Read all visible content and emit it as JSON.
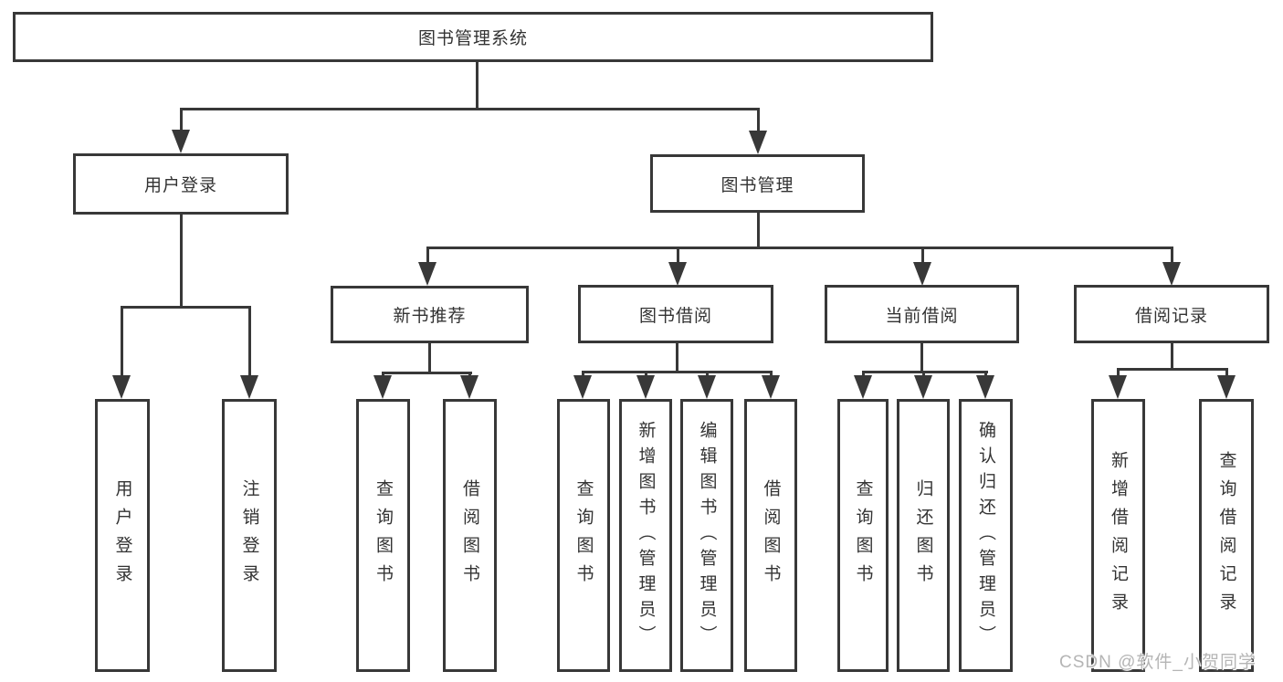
{
  "diagram": {
    "title": "图书管理系统",
    "branches": {
      "user_login": {
        "label": "用户登录",
        "children": [
          "用户登录",
          "注销登录"
        ]
      },
      "book_mgmt": {
        "label": "图书管理",
        "sections": {
          "new_rec": {
            "label": "新书推荐",
            "children": [
              "查询图书",
              "借阅图书"
            ]
          },
          "book_borrow": {
            "label": "图书借阅",
            "children": [
              "查询图书",
              "新增图书（管理员）",
              "编辑图书（管理员）",
              "借阅图书"
            ]
          },
          "current_borrow": {
            "label": "当前借阅",
            "children": [
              "查询图书",
              "归还图书",
              "确认归还（管理员）"
            ]
          },
          "borrow_record": {
            "label": "借阅记录",
            "children": [
              "新增借阅记录",
              "查询借阅记录"
            ]
          }
        }
      }
    }
  },
  "watermark": {
    "text": "CSDN @软件_小贺同学"
  },
  "colors": {
    "line": "#383838",
    "text": "#333333",
    "background": "#ffffff",
    "watermark": "#b5b5b5"
  }
}
